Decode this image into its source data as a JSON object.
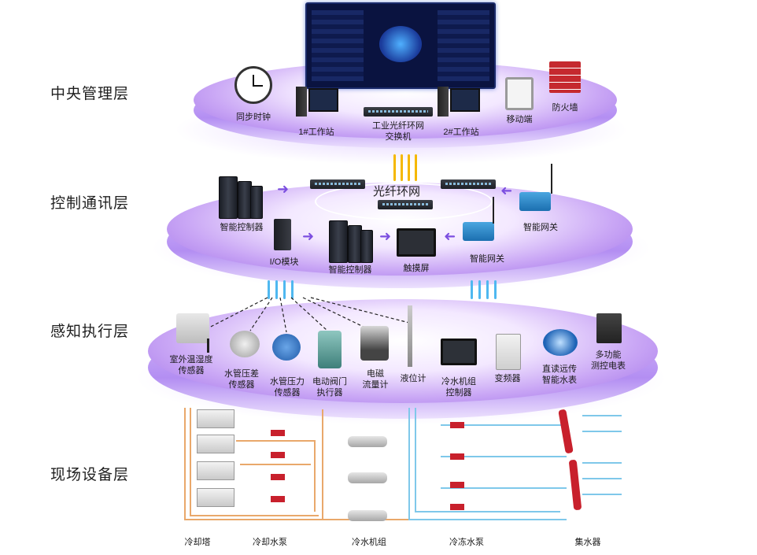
{
  "layers": {
    "central": "中央管理层",
    "control": "控制通讯层",
    "sensing": "感知执行层",
    "field": "现场设备层"
  },
  "central_devices": {
    "clock": "同步时钟",
    "workstation1": "1#工作站",
    "switch": "工业光纤环网\n交换机",
    "workstation2": "2#工作站",
    "mobile": "移动端",
    "firewall": "防火墙"
  },
  "control_devices": {
    "ring_label": "光纤环网",
    "controller_left": "智能控制器",
    "io_module": "I/O模块",
    "controller_mid": "智能控制器",
    "touchscreen": "触摸屏",
    "gateway_mid": "智能网关",
    "gateway_right": "智能网关"
  },
  "sensing_devices": {
    "outdoor_sensor": "室外温湿度\n传感器",
    "pressure_diff": "水管压差\n传感器",
    "pressure": "水管压力\n传感器",
    "valve": "电动阀门\n执行器",
    "flowmeter": "电磁\n流量计",
    "level": "液位计",
    "chiller_ctrl": "冷水机组\n控制器",
    "inverter": "变频器",
    "water_meter": "直读远传\n智能水表",
    "power_meter": "多功能\n测控电表"
  },
  "field_devices": {
    "cooling_tower": "冷却塔",
    "cooling_pump": "冷却水泵",
    "chiller": "冷水机组",
    "chilled_pump": "冷冻水泵",
    "collector": "集水器"
  },
  "colors": {
    "accent": "#7c4fe0",
    "disc": "#b68cf2",
    "fiber": "#f5b800",
    "fiber_blue": "#4fb8f0",
    "pipe_orange": "#e9a86b",
    "pipe_blue": "#7fc8ea",
    "pump_red": "#c8202c"
  }
}
